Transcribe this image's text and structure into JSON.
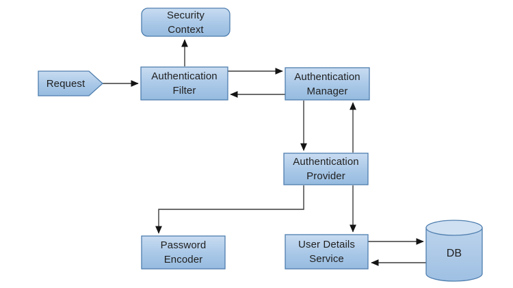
{
  "diagram": {
    "nodes": {
      "request": {
        "shape": "pentagon-arrow",
        "lines": [
          "Request"
        ]
      },
      "security_context": {
        "shape": "rounded-rect",
        "lines": [
          "Security",
          "Context"
        ]
      },
      "authentication_filter": {
        "shape": "rect",
        "lines": [
          "Authentication",
          "Filter"
        ]
      },
      "authentication_manager": {
        "shape": "rect",
        "lines": [
          "Authentication",
          "Manager"
        ]
      },
      "authentication_provider": {
        "shape": "rect",
        "lines": [
          "Authentication",
          "Provider"
        ]
      },
      "password_encoder": {
        "shape": "rect",
        "lines": [
          "Password",
          "Encoder"
        ]
      },
      "user_details_service": {
        "shape": "rect",
        "lines": [
          "User Details",
          "Service"
        ]
      },
      "db": {
        "shape": "cylinder",
        "lines": [
          "DB"
        ]
      }
    },
    "edges": [
      {
        "from": "request",
        "to": "authentication_filter"
      },
      {
        "from": "authentication_filter",
        "to": "security_context"
      },
      {
        "from": "authentication_filter",
        "to": "authentication_manager"
      },
      {
        "from": "authentication_manager",
        "to": "authentication_filter"
      },
      {
        "from": "authentication_manager",
        "to": "authentication_provider"
      },
      {
        "from": "authentication_provider",
        "to": "authentication_manager"
      },
      {
        "from": "authentication_provider",
        "to": "password_encoder"
      },
      {
        "from": "authentication_provider",
        "to": "user_details_service"
      },
      {
        "from": "user_details_service",
        "to": "db"
      },
      {
        "from": "db",
        "to": "user_details_service"
      }
    ],
    "colors": {
      "node_fill_top": "#c9dcf1",
      "node_fill_mid": "#abc9e8",
      "node_fill_bottom": "#96bbdf",
      "node_border": "#4d7dad",
      "cylinder_top_fill": "#cfe0f2",
      "connector": "#3a3a3a",
      "arrowhead": "#141414",
      "text": "#1f1f1f",
      "background": "#ffffff"
    }
  }
}
